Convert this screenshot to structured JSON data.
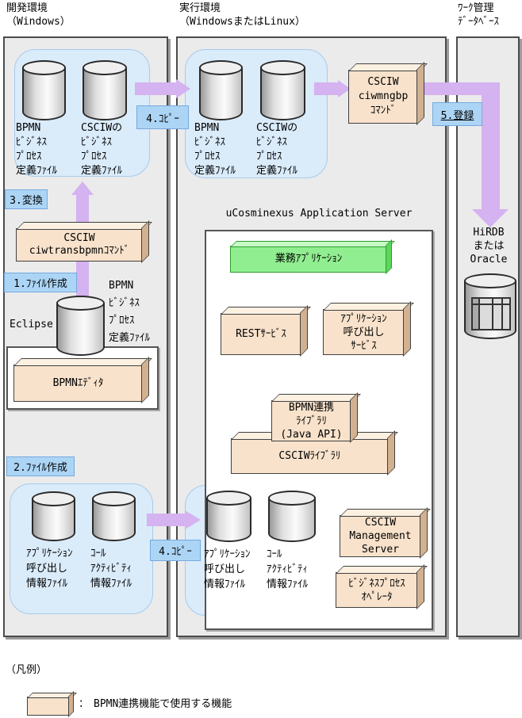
{
  "headers": {
    "dev": "開発環境\n（Windows）",
    "run": "実行環境\n（WindowsまたはLinux）",
    "db": "ﾜｰｸ管理\nﾃﾞｰﾀﾍﾞｰｽ"
  },
  "steps": {
    "s1": "1.ﾌｧｲﾙ作成",
    "s2": "2.ﾌｧｲﾙ作成",
    "s3": "3.変換",
    "s4": "4.ｺﾋﾟｰ",
    "s5": "5.登録"
  },
  "dev": {
    "top_file1": "BPMN\nﾋﾞｼﾞﾈｽ\nﾌﾟﾛｾｽ\n定義ﾌｧｲﾙ",
    "top_file2": "CSCIWの\nﾋﾞｼﾞﾈｽ\nﾌﾟﾛｾｽ\n定義ﾌｧｲﾙ",
    "trans_cmd": "CSCIW\nciwtransbpmnｺﾏﾝﾄﾞ",
    "eclipse": "Eclipse",
    "bpmn_file": "BPMN\nﾋﾞｼﾞﾈｽ\nﾌﾟﾛｾｽ\n定義ﾌｧｲﾙ",
    "editor": "BPMNｴﾃﾞｨﾀ",
    "info_file1": "ｱﾌﾟﾘｹｰｼｮﾝ\n呼び出し\n情報ﾌｧｲﾙ",
    "info_file2": "ｺｰﾙ\nｱｸﾃｨﾋﾞﾃｨ\n情報ﾌｧｲﾙ"
  },
  "run": {
    "top_file1": "BPMN\nﾋﾞｼﾞﾈｽ\nﾌﾟﾛｾｽ\n定義ﾌｧｲﾙ",
    "top_file2": "CSCIWの\nﾋﾞｼﾞﾈｽ\nﾌﾟﾛｾｽ\n定義ﾌｧｲﾙ",
    "mng_cmd": "CSCIW\nciwmngbp\nｺﾏﾝﾄﾞ",
    "server_title": "uCosminexus Application Server",
    "biz_app": "業務ｱﾌﾟﾘｹｰｼｮﾝ",
    "rest_svc": "RESTｻｰﾋﾞｽ",
    "app_call_svc": "ｱﾌﾟﾘｹｰｼｮﾝ\n呼び出し\nｻｰﾋﾞｽ",
    "bpmn_lib": "BPMN連携\nﾗｲﾌﾞﾗﾘ\n(Java API)",
    "csciw_lib": "CSCIWﾗｲﾌﾞﾗﾘ",
    "info_file1": "ｱﾌﾟﾘｹｰｼｮﾝ\n呼び出し\n情報ﾌｧｲﾙ",
    "info_file2": "ｺｰﾙ\nｱｸﾃｨﾋﾞﾃｨ\n情報ﾌｧｲﾙ",
    "mgmt_server": "CSCIW\nManagement\nServer",
    "bp_operator": "ﾋﾞｼﾞﾈｽﾌﾟﾛｾｽ\nｵﾍﾟﾚｰﾀ"
  },
  "db": {
    "name": "HiRDB\nまたは\nOracle"
  },
  "legend": {
    "title": "（凡例）",
    "colon": "：",
    "desc": "BPMN連携機能で使用する機能"
  },
  "colors": {
    "arrow": "#D5B2F0",
    "step_label": "#ACD5F5",
    "step_label_border": "#74A9DF",
    "beige_box": "#F8E2CB",
    "green_box": "#90EE90",
    "panel_bg": "#EBEBEB",
    "file_group_bg": "#DAEBFA"
  }
}
